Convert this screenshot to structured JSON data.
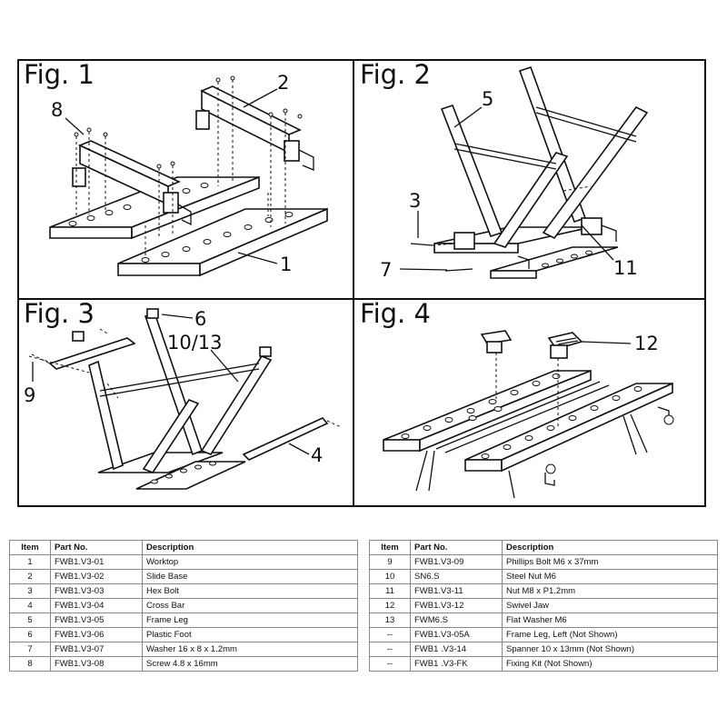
{
  "figures": [
    {
      "label": "Fig. 1"
    },
    {
      "label": "Fig. 2"
    },
    {
      "label": "Fig. 3"
    },
    {
      "label": "Fig. 4"
    }
  ],
  "callouts": {
    "fig1": [
      "8",
      "2",
      "1"
    ],
    "fig2": [
      "5",
      "3",
      "7",
      "11"
    ],
    "fig3": [
      "6",
      "10/13",
      "9",
      "4"
    ],
    "fig4": [
      "12"
    ]
  },
  "parts_table": {
    "headers": [
      "Item",
      "Part No.",
      "Description"
    ],
    "left": [
      [
        "1",
        "FWB1.V3-01",
        "Worktop"
      ],
      [
        "2",
        "FWB1.V3-02",
        "Slide Base"
      ],
      [
        "3",
        "FWB1.V3-03",
        "Hex Bolt"
      ],
      [
        "4",
        "FWB1.V3-04",
        "Cross Bar"
      ],
      [
        "5",
        "FWB1.V3-05",
        "Frame Leg"
      ],
      [
        "6",
        "FWB1.V3-06",
        "Plastic Foot"
      ],
      [
        "7",
        "FWB1.V3-07",
        "Washer 16 x 8 x 1.2mm"
      ],
      [
        "8",
        "FWB1.V3-08",
        "Screw 4.8 x 16mm"
      ]
    ],
    "right": [
      [
        "9",
        "FWB1.V3-09",
        "Phillips Bolt M6 x 37mm"
      ],
      [
        "10",
        "SN6.S",
        "Steel Nut M6"
      ],
      [
        "11",
        "FWB1.V3-11",
        "Nut M8 x P1.2mm"
      ],
      [
        "12",
        "FWB1.V3-12",
        "Swivel Jaw"
      ],
      [
        "13",
        "FWM6.S",
        "Flat Washer M6"
      ],
      [
        "--",
        "FWB1.V3-05A",
        "Frame Leg, Left (Not Shown)"
      ],
      [
        "--",
        "FWB1 .V3-14",
        "Spanner 10 x 13mm (Not Shown)"
      ],
      [
        "--",
        "FWB1 .V3-FK",
        "Fixing Kit (Not Shown)"
      ]
    ]
  }
}
